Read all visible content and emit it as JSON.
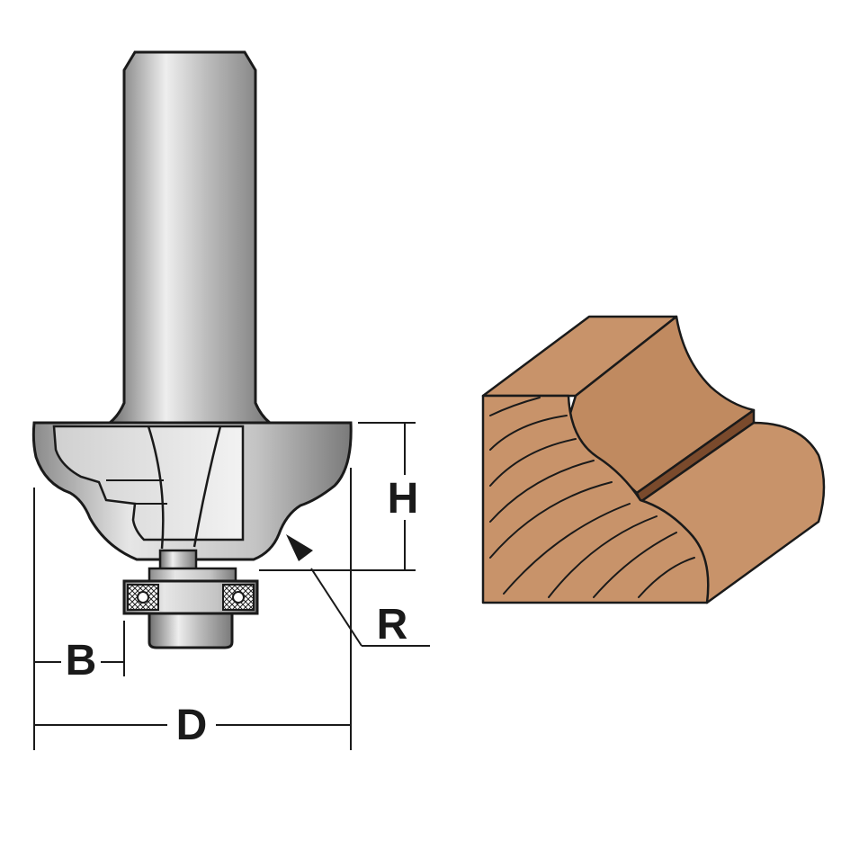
{
  "labels": {
    "height": "H",
    "radius": "R",
    "bearing": "B",
    "diameter": "D"
  },
  "colors": {
    "wood_face": "#c8936a",
    "wood_face_dark": "#b78157",
    "wood_groove": "#7a4a2c",
    "steel_light": "#eeeeee",
    "steel_mid": "#b4b4b4",
    "steel_dark": "#6e6e6e",
    "outline": "#1a1a1a"
  }
}
